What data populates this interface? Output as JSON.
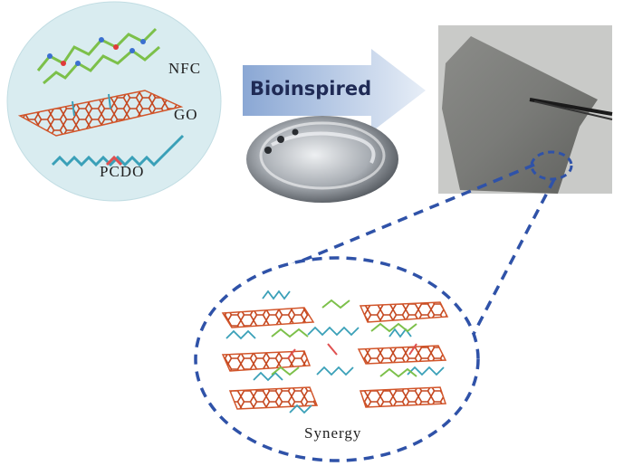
{
  "components": {
    "nfc_label": "NFC",
    "go_label": "GO",
    "pcdo_label": "PCDO"
  },
  "arrow": {
    "label": "Bioinspired"
  },
  "result": {
    "synergy_label": "Synergy"
  },
  "colors": {
    "circle_fill": "#d9ecf0",
    "graphene": "#d2552a",
    "nfc_chain": "#7cc04a",
    "pcdo_chain": "#3aa0b8",
    "dash_line": "#2f52a8",
    "photo_bg": "#c9cac8"
  }
}
